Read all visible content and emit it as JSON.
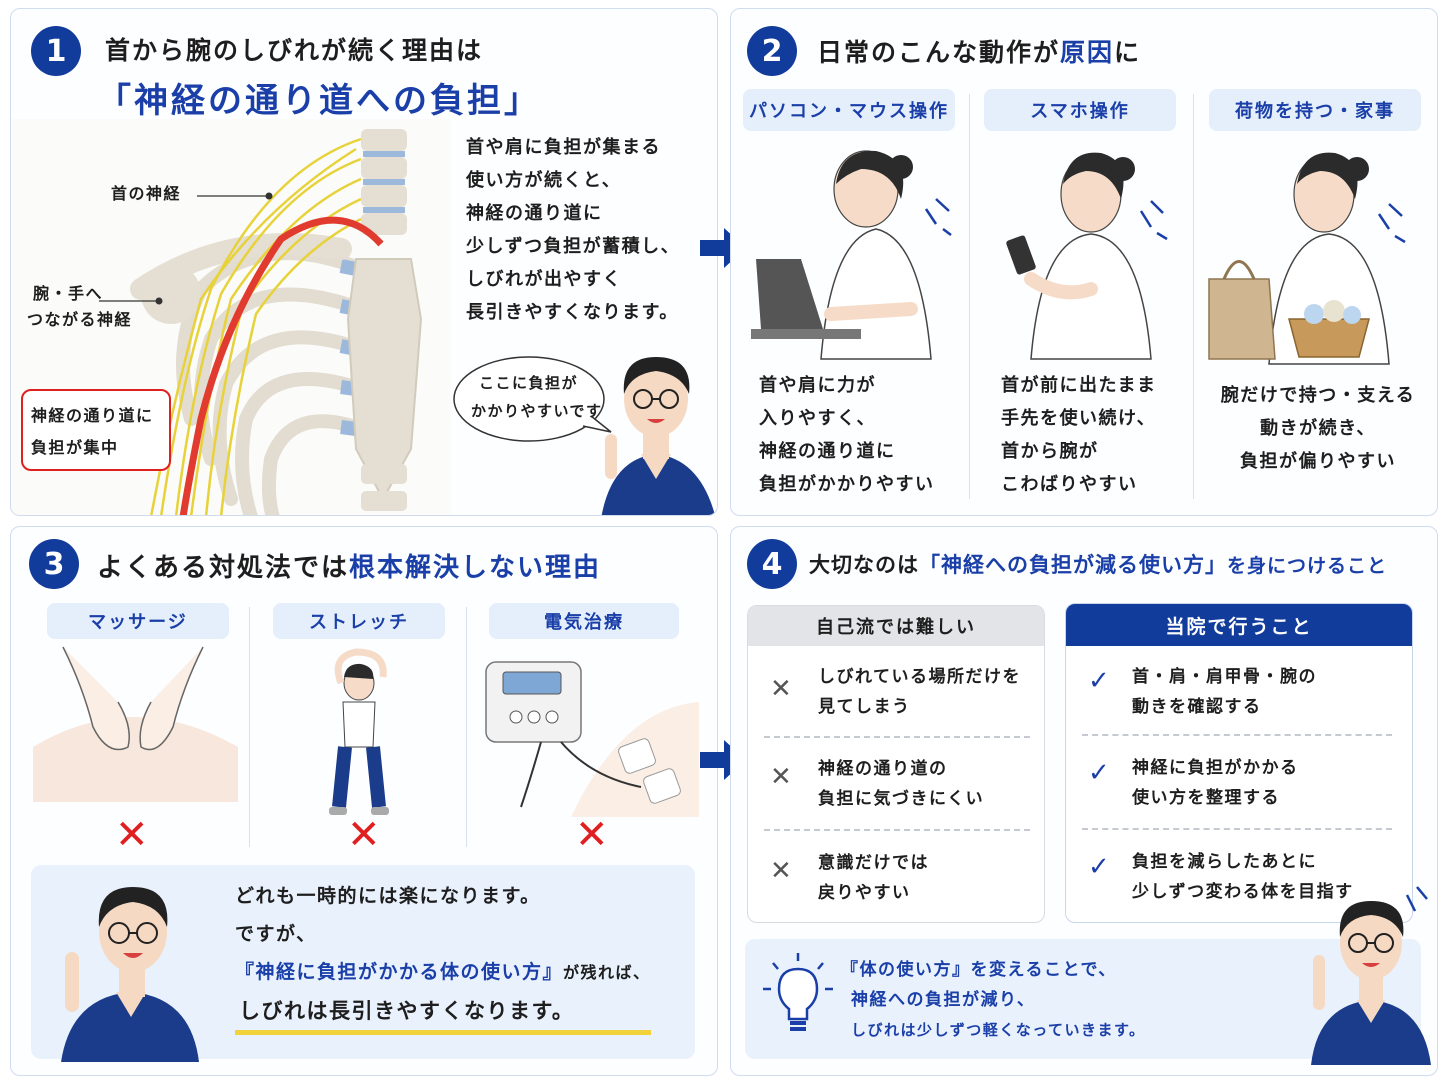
{
  "p1": {
    "num": "1",
    "title": "首から腕のしびれが続く理由は",
    "subtitle": "「神経の通り道への負担」",
    "label_neck": "首の神経",
    "label_arm_1": "腕・手へ",
    "label_arm_2": "つながる神経",
    "callout_1": "神経の通り道に",
    "callout_2": "負担が集中",
    "body": [
      "首や肩に負担が集まる",
      "使い方が続くと、",
      "神経の通り道に",
      "少しずつ負担が蓄積し、",
      "しびれが出やすく",
      "長引きやすくなります。"
    ],
    "bubble_1": "ここに負担が",
    "bubble_2": "かかりやすいです"
  },
  "p2": {
    "num": "2",
    "title_pre": "日常のこんな動作が",
    "title_hl": "原因",
    "title_post": "に",
    "cols": [
      {
        "tag": "パソコン・マウス操作",
        "lines": [
          "首や肩に力が",
          "入りやすく、",
          "神経の通り道に",
          "負担がかかりやすい"
        ]
      },
      {
        "tag": "スマホ操作",
        "lines": [
          "首が前に出たまま",
          "手先を使い続け、",
          "首から腕が",
          "こわばりやすい"
        ]
      },
      {
        "tag": "荷物を持つ・家事",
        "lines": [
          "腕だけで持つ・支える",
          "動きが続き、",
          "負担が偏りやすい"
        ]
      }
    ]
  },
  "p3": {
    "num": "3",
    "title_pre": "よくある対処法では",
    "title_hl": "根本解決しない理由",
    "tags": [
      "マッサージ",
      "ストレッチ",
      "電気治療"
    ],
    "mark": "✕",
    "note_1": "どれも一時的には楽になります。",
    "note_2": "ですが、",
    "note_3_hl": "『神経に負担がかかる体の使い方』",
    "note_3_post": "が残れば、",
    "note_4": "しびれは長引きやすくなります。"
  },
  "p4": {
    "num": "4",
    "title_pre": "大切なのは",
    "title_hl": "「神経への負担が減る使い方」",
    "title_post": "を身につけること",
    "left_head": "自己流では難しい",
    "left_items": [
      [
        "しびれている場所だけを",
        "見てしまう"
      ],
      [
        "神経の通り道の",
        "負担に気づきにくい"
      ],
      [
        "意識だけでは",
        "戻りやすい"
      ]
    ],
    "right_head": "当院で行うこと",
    "right_items": [
      [
        "首・肩・肩甲骨・腕の",
        "動きを確認する"
      ],
      [
        "神経に負担がかかる",
        "使い方を整理する"
      ],
      [
        "負担を減らしたあとに",
        "少しずつ変わる体を目指す"
      ]
    ],
    "x_mark": "✕",
    "check_mark": "✓",
    "bottom_1": "『体の使い方』を変えることで、",
    "bottom_2": "神経への負担が減り、",
    "bottom_3": "しびれは少しずつ軽くなっていきます。"
  },
  "colors": {
    "navy": "#123c9c",
    "accent": "#1a3fa8",
    "red": "#e02020",
    "nerve": "#e8d23a",
    "light_blue": "#e9f1fc"
  }
}
